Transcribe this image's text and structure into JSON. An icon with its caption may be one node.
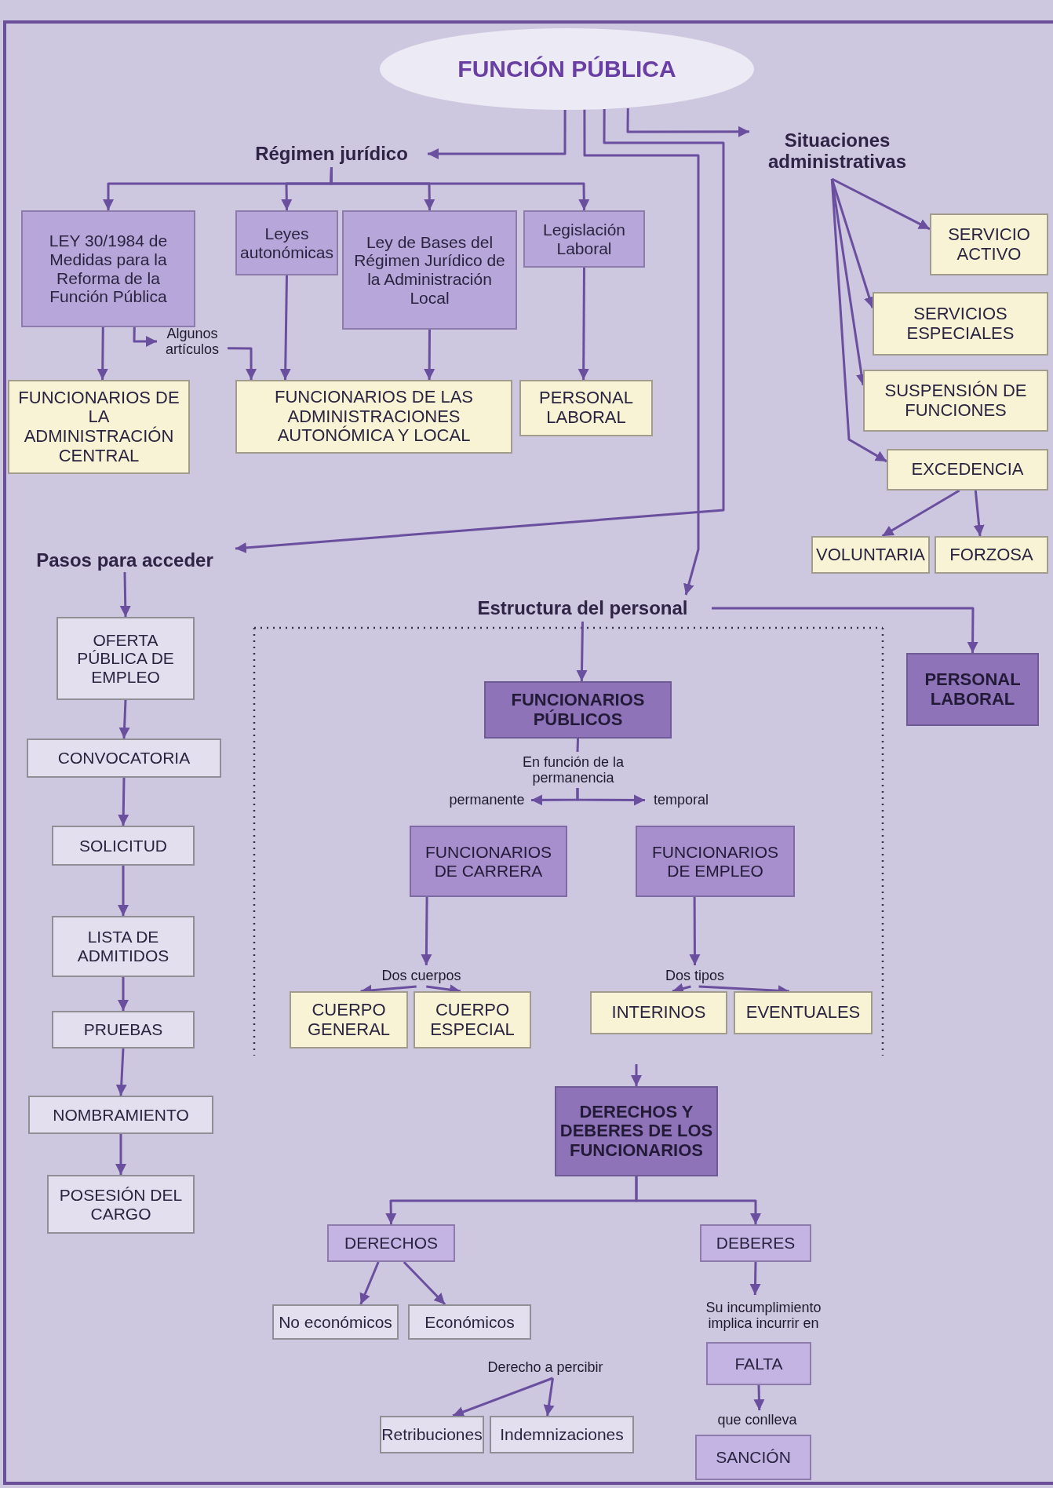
{
  "diagram": {
    "nodes": [
      {
        "text": [
          "FUNCIÓN PÚBLICA"
        ]
      },
      {
        "text": [
          "Régimen jurídico"
        ]
      },
      {
        "text": [
          "Situaciones administrativas"
        ]
      },
      {
        "text": [
          "LEY 30/1984 de Medidas para la Reforma de la Función Pública"
        ]
      },
      {
        "text": [
          "Leyes autonómicas"
        ]
      },
      {
        "text": [
          "Ley de Bases del Régimen Jurídico de la Administración Local"
        ]
      },
      {
        "text": [
          "Legislación Laboral"
        ]
      },
      {
        "text": [
          "Algunos artículos"
        ]
      },
      {
        "text": [
          "FUNCIONARIOS DE LA ADMINISTRACIÓN CENTRAL"
        ]
      },
      {
        "text": [
          "FUNCIONARIOS DE LAS ADMINISTRACIONES AUTONÓMICA Y LOCAL"
        ]
      },
      {
        "text": [
          "PERSONAL LABORAL"
        ]
      },
      {
        "text": [
          "SERVICIO ACTIVO"
        ]
      },
      {
        "text": [
          "SERVICIOS ESPECIALES"
        ]
      },
      {
        "text": [
          "SUSPENSIÓN DE FUNCIONES"
        ]
      },
      {
        "text": [
          "EXCEDENCIA"
        ]
      },
      {
        "text": [
          "VOLUNTARIA"
        ]
      },
      {
        "text": [
          "FORZOSA"
        ]
      },
      {
        "text": [
          "Pasos para acceder"
        ]
      },
      {
        "text": [
          "Estructura del personal"
        ]
      },
      {
        "text": [
          "OFERTA PÚBLICA DE EMPLEO"
        ]
      },
      {
        "text": [
          "CONVOCATORIA"
        ]
      },
      {
        "text": [
          "SOLICITUD"
        ]
      },
      {
        "text": [
          "LISTA DE ADMITIDOS"
        ]
      },
      {
        "text": [
          "PRUEBAS"
        ]
      },
      {
        "text": [
          "NOMBRAMIENTO"
        ]
      },
      {
        "text": [
          "POSESIÓN DEL CARGO"
        ]
      },
      {
        "text": [
          "FUNCIONARIOS PÚBLICOS"
        ]
      },
      {
        "text": [
          "PERSONAL LABORAL"
        ]
      },
      {
        "text": [
          "En función de la permanencia"
        ]
      },
      {
        "text": [
          "permanente"
        ]
      },
      {
        "text": [
          "temporal"
        ]
      },
      {
        "text": [
          "FUNCIONARIOS DE CARRERA"
        ]
      },
      {
        "text": [
          "FUNCIONARIOS DE EMPLEO"
        ]
      },
      {
        "text": [
          "Dos cuerpos"
        ]
      },
      {
        "text": [
          "Dos tipos"
        ]
      },
      {
        "text": [
          "CUERPO GENERAL"
        ]
      },
      {
        "text": [
          "CUERPO ESPECIAL"
        ]
      },
      {
        "text": [
          "INTERINOS"
        ]
      },
      {
        "text": [
          "EVENTUALES"
        ]
      },
      {
        "text": [
          "DERECHOS Y DEBERES DE LOS FUNCIONARIOS"
        ]
      },
      {
        "text": [
          "DERECHOS"
        ]
      },
      {
        "text": [
          "DEBERES"
        ]
      },
      {
        "text": [
          "No económicos"
        ]
      },
      {
        "text": [
          "Económicos"
        ]
      },
      {
        "text": [
          "Derecho a percibir"
        ]
      },
      {
        "text": [
          "Retribuciones"
        ]
      },
      {
        "text": [
          "Indemnizaciones"
        ]
      },
      {
        "text": [
          "Su incumplimiento implica incurrir en"
        ]
      },
      {
        "text": [
          "FALTA"
        ]
      },
      {
        "text": [
          "que conlleva"
        ]
      },
      {
        "text": [
          "SANCIÓN"
        ]
      }
    ],
    "edges": [
      {
        "from": 0,
        "to": 1,
        "arrow": "to"
      },
      {
        "from": 0,
        "to": 2,
        "arrow": "to"
      },
      {
        "from": 0,
        "to": 17,
        "arrow": "to"
      },
      {
        "from": 0,
        "to": 18,
        "arrow": "to"
      },
      {
        "from": 1,
        "to": 3,
        "arrow": "to"
      },
      {
        "from": 1,
        "to": 4,
        "arrow": "to"
      },
      {
        "from": 1,
        "to": 5,
        "arrow": "to"
      },
      {
        "from": 1,
        "to": 6,
        "arrow": "to"
      },
      {
        "from": 3,
        "to": 8,
        "arrow": "to"
      },
      {
        "from": 3,
        "to": 7,
        "arrow": "to"
      },
      {
        "from": 7,
        "to": 9,
        "arrow": "to"
      },
      {
        "from": 4,
        "to": 9,
        "arrow": "to"
      },
      {
        "from": 5,
        "to": 9,
        "arrow": "to"
      },
      {
        "from": 6,
        "to": 10,
        "arrow": "to"
      },
      {
        "from": 2,
        "to": 11,
        "arrow": "to"
      },
      {
        "from": 2,
        "to": 12,
        "arrow": "to"
      },
      {
        "from": 2,
        "to": 13,
        "arrow": "to"
      },
      {
        "from": 2,
        "to": 14,
        "arrow": "to"
      },
      {
        "from": 14,
        "to": 15,
        "arrow": "to"
      },
      {
        "from": 14,
        "to": 16,
        "arrow": "to"
      },
      {
        "from": 17,
        "to": 19,
        "arrow": "to"
      },
      {
        "from": 19,
        "to": 20,
        "arrow": "to"
      },
      {
        "from": 20,
        "to": 21,
        "arrow": "to"
      },
      {
        "from": 21,
        "to": 22,
        "arrow": "to"
      },
      {
        "from": 22,
        "to": 23,
        "arrow": "to"
      },
      {
        "from": 23,
        "to": 24,
        "arrow": "to"
      },
      {
        "from": 24,
        "to": 25,
        "arrow": "to"
      },
      {
        "from": 18,
        "to": 26,
        "arrow": "to"
      },
      {
        "from": 18,
        "to": 27,
        "arrow": "to"
      },
      {
        "from": 26,
        "to": 28,
        "arrow": "none"
      },
      {
        "from": 28,
        "to": 29,
        "arrow": "to"
      },
      {
        "from": 28,
        "to": 30,
        "arrow": "to"
      },
      {
        "from": 31,
        "to": 33,
        "arrow": "to"
      },
      {
        "from": 32,
        "to": 34,
        "arrow": "to"
      },
      {
        "from": 33,
        "to": 35,
        "arrow": "to"
      },
      {
        "from": 33,
        "to": 36,
        "arrow": "to"
      },
      {
        "from": 34,
        "to": 37,
        "arrow": "to"
      },
      {
        "from": 34,
        "to": 38,
        "arrow": "to"
      },
      {
        "from": null,
        "to": 39,
        "arrow": "to"
      },
      {
        "from": 39,
        "to": 40,
        "arrow": "to"
      },
      {
        "from": 39,
        "to": 41,
        "arrow": "to"
      },
      {
        "from": 40,
        "to": 42,
        "arrow": "to"
      },
      {
        "from": 40,
        "to": 43,
        "arrow": "to"
      },
      {
        "from": 44,
        "to": 45,
        "arrow": "to"
      },
      {
        "from": 44,
        "to": 46,
        "arrow": "to"
      },
      {
        "from": 41,
        "to": 47,
        "arrow": "to"
      },
      {
        "from": 48,
        "to": 49,
        "arrow": "to"
      }
    ]
  }
}
